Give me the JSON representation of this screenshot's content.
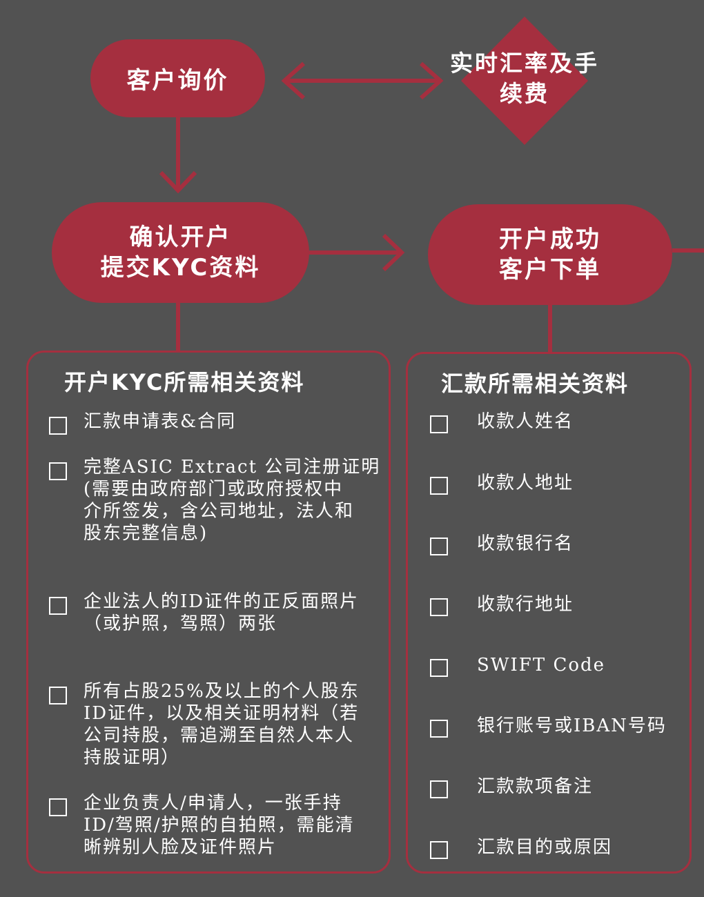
{
  "flow": {
    "inquiry": {
      "lines": [
        "客户询价"
      ]
    },
    "rate": {
      "lines": [
        "实时汇率",
        "及手续费"
      ]
    },
    "kyc_submit": {
      "lines": [
        "确认开户",
        "提交KYC资料"
      ]
    },
    "account_success": {
      "lines": [
        "开户成功",
        "客户下单"
      ]
    }
  },
  "kyc_panel": {
    "title": "开户KYC所需相关资料",
    "items": [
      {
        "lines": [
          "汇款申请表&合同"
        ]
      },
      {
        "lines": [
          "完整ASIC Extract 公司注册证明",
          "(需要由政府部门或政府授权中",
          "介所签发，含公司地址，法人和",
          "股东完整信息)"
        ]
      },
      {
        "lines": [
          "企业法人的ID证件的正反面照片",
          "（或护照，驾照）两张"
        ]
      },
      {
        "lines": [
          "所有占股25%及以上的个人股东",
          "ID证件，以及相关证明材料（若",
          "公司持股，需追溯至自然人本人",
          "持股证明）"
        ]
      },
      {
        "lines": [
          "企业负责人/申请人，一张手持",
          "ID/驾照/护照的自拍照，需能清",
          "晰辨别人脸及证件照片"
        ]
      }
    ]
  },
  "remit_panel": {
    "title": "汇款所需相关资料",
    "items": [
      {
        "lines": [
          "收款人姓名"
        ]
      },
      {
        "lines": [
          "收款人地址"
        ]
      },
      {
        "lines": [
          "收款银行名"
        ]
      },
      {
        "lines": [
          "收款行地址"
        ]
      },
      {
        "lines": [
          "SWIFT Code"
        ]
      },
      {
        "lines": [
          "银行账号或IBAN号码"
        ]
      },
      {
        "lines": [
          "汇款款项备注"
        ]
      },
      {
        "lines": [
          "汇款目的或原因"
        ]
      }
    ]
  },
  "colors": {
    "background": "#525252",
    "accent": "#a52f3f",
    "text": "#ffffff"
  }
}
